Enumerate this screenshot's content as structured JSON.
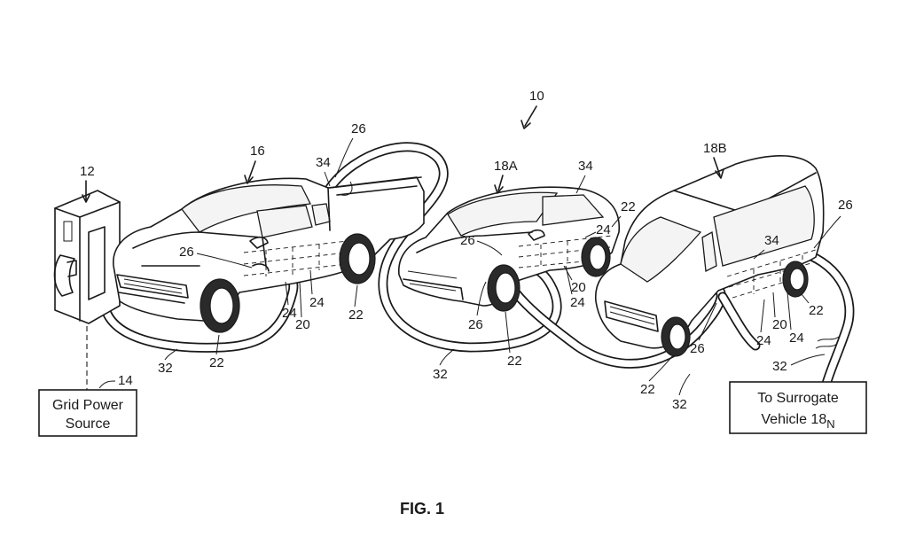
{
  "figure": {
    "caption": "FIG. 1",
    "system_ref": "10",
    "charger_ref": "12",
    "grid_ref": "14",
    "pickup_ref": "16",
    "sedan_ref": "18A",
    "van_ref": "18B",
    "grid_box": {
      "line1": "Grid Power",
      "line2": "Source"
    },
    "surrogate_box": {
      "line1": "To Surrogate",
      "line2": "Vehicle 18",
      "subscript": "N"
    },
    "callouts": {
      "cable": "32",
      "wheel": "22",
      "battery": "24",
      "battery_array": "20",
      "port": "26",
      "bed": "34"
    }
  }
}
